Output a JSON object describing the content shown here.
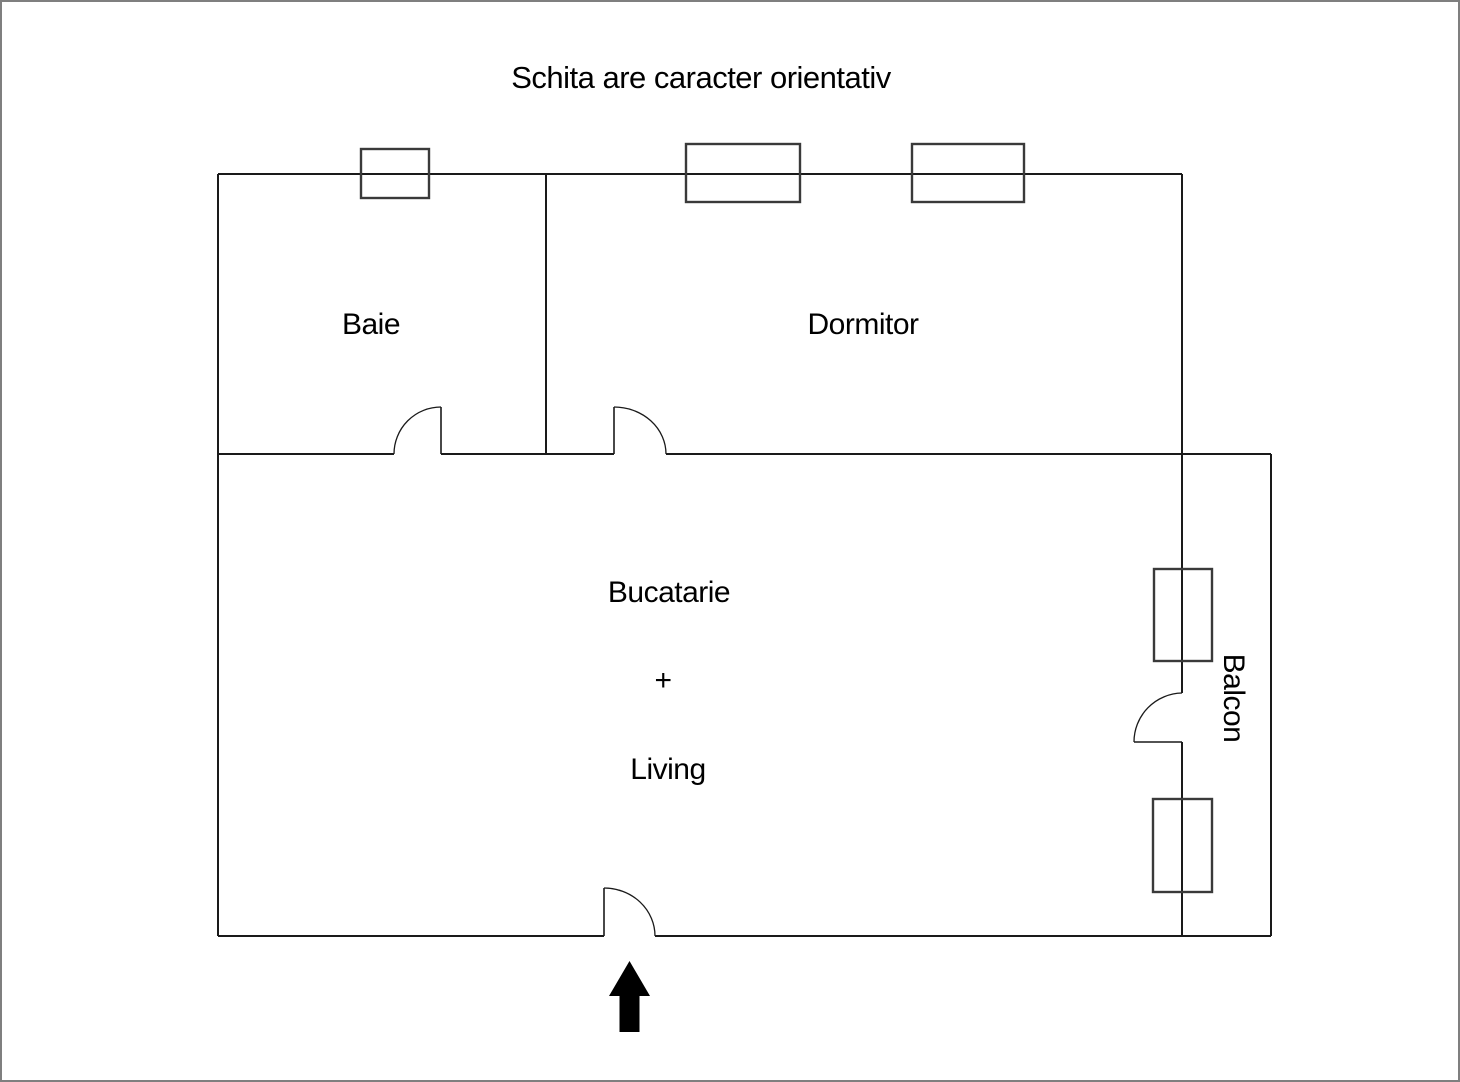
{
  "title": "Schita are caracter orientativ",
  "rooms": {
    "baie": "Baie",
    "dormitor": "Dormitor",
    "bucatarie_living": {
      "line1": "Bucatarie",
      "plus": "+",
      "line2": "Living"
    },
    "balcon": "Balcon"
  },
  "icons": {
    "entrance_arrow": "up-arrow"
  },
  "colors": {
    "wall": "#1a1a1a",
    "window": "#3a3a3a",
    "text": "#000000",
    "arrow": "#000000",
    "frame": "#7f7f7f",
    "background": "#ffffff"
  }
}
